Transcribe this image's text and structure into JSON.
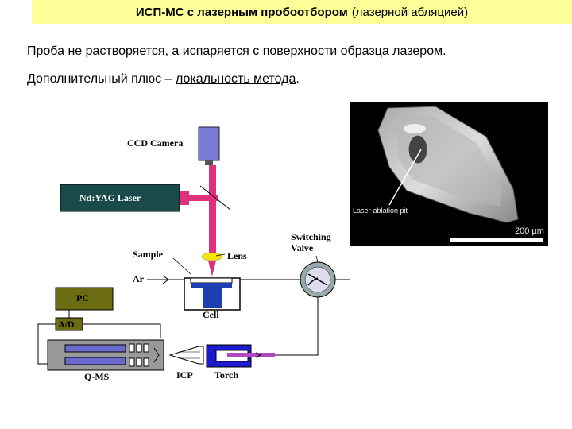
{
  "header": {
    "title_bold": "ИСП-МС с лазерным пробоотбором",
    "title_rest": "(лазерной абляцией)",
    "bg_color": "#ffff99"
  },
  "text": {
    "line1": "Проба не растворяется, а испаряется с поверхности образца лазером.",
    "line2_prefix": "Дополнительный плюс – ",
    "line2_underlined": "локальность метода",
    "line2_suffix": "."
  },
  "diagram": {
    "labels": {
      "ccd_camera": "CCD Camera",
      "laser": "Nd:YAG Laser",
      "sample": "Sample",
      "lens": "Lens",
      "switching_valve_1": "Switching",
      "switching_valve_2": "Valve",
      "ar": "Ar",
      "pc": "PC",
      "ad": "A/D",
      "cell": "Cell",
      "qms": "Q-MS",
      "icp": "ICP",
      "torch": "Torch"
    },
    "colors": {
      "camera": "#7b7bd8",
      "laser_box": "#1a4a4a",
      "laser_beam": "#e0307a",
      "lens": "#f5e600",
      "sample_stage": "#1e3fb0",
      "pc_box": "#6b6b14",
      "torch": "#1a1ad0",
      "torch_tube": "#b048c0"
    }
  },
  "micrograph": {
    "annotation": "Laser-ablation pit",
    "scale": "200 µm"
  }
}
